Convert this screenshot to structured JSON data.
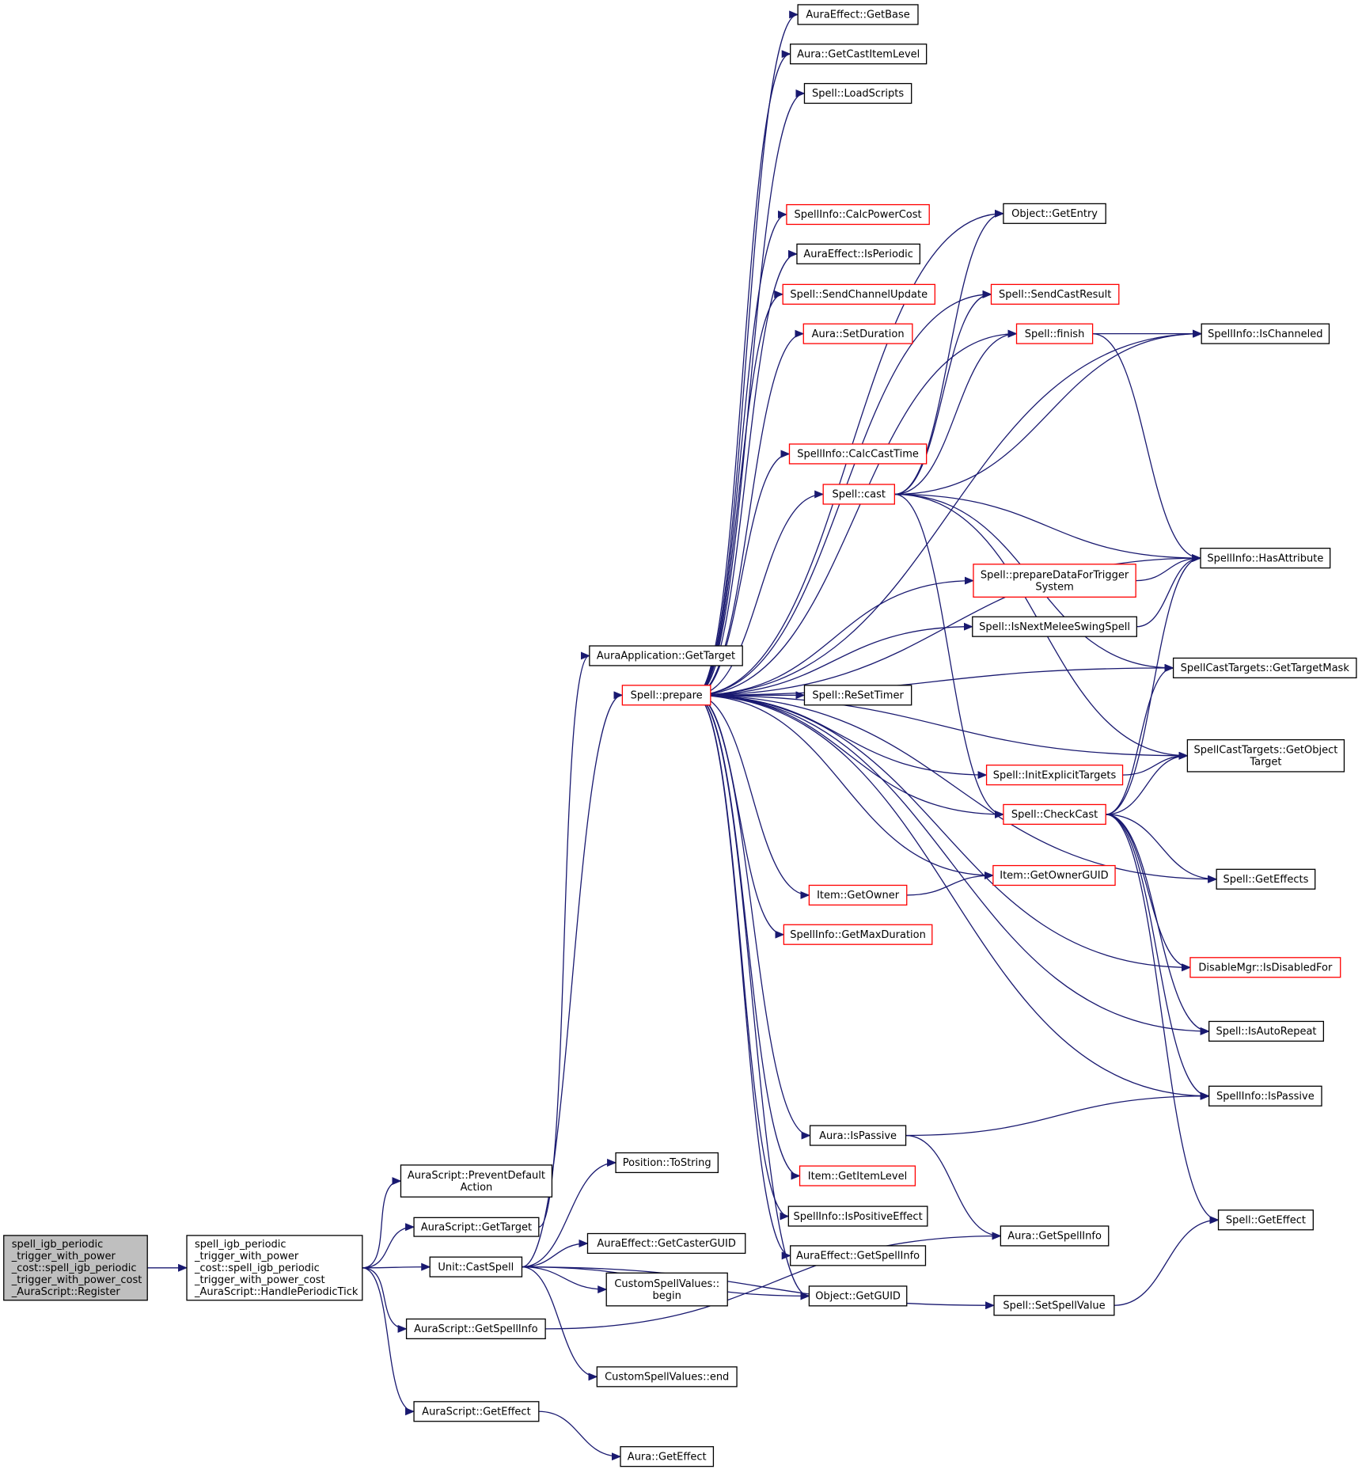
{
  "colors": {
    "edge": "#191970",
    "text": "#000000",
    "node_border": "#000000",
    "truncated_border": "#ff0000",
    "root_fill": "#bfbfbf",
    "node_fill": "#ffffff"
  },
  "nodes": [
    {
      "id": "reg",
      "lines": [
        "spell_igb_periodic",
        "_trigger_with_power",
        "_cost::spell_igb_periodic",
        "_trigger_with_power_cost",
        "_AuraScript::Register"
      ],
      "root": true
    },
    {
      "id": "hpt",
      "lines": [
        "spell_igb_periodic",
        "_trigger_with_power",
        "_cost::spell_igb_periodic",
        "_trigger_with_power_cost",
        "_AuraScript::HandlePeriodicTick"
      ]
    },
    {
      "id": "prevent",
      "lines": [
        "AuraScript::PreventDefault",
        "Action"
      ]
    },
    {
      "id": "asgettarget",
      "lines": [
        "AuraScript::GetTarget"
      ]
    },
    {
      "id": "castspell",
      "lines": [
        "Unit::CastSpell"
      ]
    },
    {
      "id": "asgetspellinfo",
      "lines": [
        "AuraScript::GetSpellInfo"
      ]
    },
    {
      "id": "asgeteffect",
      "lines": [
        "AuraScript::GetEffect"
      ]
    },
    {
      "id": "appgettarget",
      "lines": [
        "AuraApplication::GetTarget"
      ]
    },
    {
      "id": "prepare",
      "lines": [
        "Spell::prepare"
      ],
      "truncated": true
    },
    {
      "id": "tostring",
      "lines": [
        "Position::ToString"
      ]
    },
    {
      "id": "castergid",
      "lines": [
        "AuraEffect::GetCasterGUID"
      ]
    },
    {
      "id": "csvbegin",
      "lines": [
        "CustomSpellValues::",
        "begin"
      ]
    },
    {
      "id": "csvend",
      "lines": [
        "CustomSpellValues::end"
      ]
    },
    {
      "id": "auragetef",
      "lines": [
        "Aura::GetEffect"
      ]
    },
    {
      "id": "getbase",
      "lines": [
        "AuraEffect::GetBase"
      ]
    },
    {
      "id": "castitemlvl",
      "lines": [
        "Aura::GetCastItemLevel"
      ]
    },
    {
      "id": "loadscripts",
      "lines": [
        "Spell::LoadScripts"
      ]
    },
    {
      "id": "calcpower",
      "lines": [
        "SpellInfo::CalcPowerCost"
      ],
      "truncated": true
    },
    {
      "id": "isperiodic",
      "lines": [
        "AuraEffect::IsPeriodic"
      ]
    },
    {
      "id": "sendchan",
      "lines": [
        "Spell::SendChannelUpdate"
      ],
      "truncated": true
    },
    {
      "id": "setdur",
      "lines": [
        "Aura::SetDuration"
      ],
      "truncated": true
    },
    {
      "id": "calccast",
      "lines": [
        "SpellInfo::CalcCastTime"
      ],
      "truncated": true
    },
    {
      "id": "cast",
      "lines": [
        "Spell::cast"
      ],
      "truncated": true
    },
    {
      "id": "resettimer",
      "lines": [
        "Spell::ReSetTimer"
      ]
    },
    {
      "id": "getowner",
      "lines": [
        "Item::GetOwner"
      ],
      "truncated": true
    },
    {
      "id": "getmaxdur",
      "lines": [
        "SpellInfo::GetMaxDuration"
      ],
      "truncated": true
    },
    {
      "id": "aurapassive",
      "lines": [
        "Aura::IsPassive"
      ]
    },
    {
      "id": "itemlevel",
      "lines": [
        "Item::GetItemLevel"
      ],
      "truncated": true
    },
    {
      "id": "ispositive",
      "lines": [
        "SpellInfo::IsPositiveEffect"
      ]
    },
    {
      "id": "aegetspellinfo",
      "lines": [
        "AuraEffect::GetSpellInfo"
      ]
    },
    {
      "id": "getguid",
      "lines": [
        "Object::GetGUID"
      ]
    },
    {
      "id": "getentry",
      "lines": [
        "Object::GetEntry"
      ]
    },
    {
      "id": "sendcastres",
      "lines": [
        "Spell::SendCastResult"
      ],
      "truncated": true
    },
    {
      "id": "finish",
      "lines": [
        "Spell::finish"
      ],
      "truncated": true
    },
    {
      "id": "preparedata",
      "lines": [
        "Spell::prepareDataForTrigger",
        "System"
      ],
      "truncated": true
    },
    {
      "id": "nextmelee",
      "lines": [
        "Spell::IsNextMeleeSwingSpell"
      ]
    },
    {
      "id": "initexpl",
      "lines": [
        "Spell::InitExplicitTargets"
      ],
      "truncated": true
    },
    {
      "id": "checkcast",
      "lines": [
        "Spell::CheckCast"
      ],
      "truncated": true
    },
    {
      "id": "ownerguid",
      "lines": [
        "Item::GetOwnerGUID"
      ],
      "truncated": true
    },
    {
      "id": "auragetspellinfo",
      "lines": [
        "Aura::GetSpellInfo"
      ]
    },
    {
      "id": "setspellvalue",
      "lines": [
        "Spell::SetSpellValue"
      ]
    },
    {
      "id": "ischanneled",
      "lines": [
        "SpellInfo::IsChanneled"
      ]
    },
    {
      "id": "hasattr",
      "lines": [
        "SpellInfo::HasAttribute"
      ]
    },
    {
      "id": "targetmask",
      "lines": [
        "SpellCastTargets::GetTargetMask"
      ]
    },
    {
      "id": "objtarget",
      "lines": [
        "SpellCastTargets::GetObject",
        "Target"
      ]
    },
    {
      "id": "geteffects",
      "lines": [
        "Spell::GetEffects"
      ]
    },
    {
      "id": "disabled",
      "lines": [
        "DisableMgr::IsDisabledFor"
      ],
      "truncated": true
    },
    {
      "id": "autorepeat",
      "lines": [
        "Spell::IsAutoRepeat"
      ]
    },
    {
      "id": "infopassive",
      "lines": [
        "SpellInfo::IsPassive"
      ]
    },
    {
      "id": "spellgeteffect",
      "lines": [
        "Spell::GetEffect"
      ]
    }
  ],
  "edges": [
    [
      "reg",
      "hpt"
    ],
    [
      "hpt",
      "prevent"
    ],
    [
      "hpt",
      "asgettarget"
    ],
    [
      "hpt",
      "castspell"
    ],
    [
      "hpt",
      "asgetspellinfo"
    ],
    [
      "hpt",
      "asgeteffect"
    ],
    [
      "asgettarget",
      "appgettarget"
    ],
    [
      "asgeteffect",
      "auragetef"
    ],
    [
      "asgetspellinfo",
      "auragetspellinfo"
    ],
    [
      "castspell",
      "prepare"
    ],
    [
      "castspell",
      "tostring"
    ],
    [
      "castspell",
      "castergid"
    ],
    [
      "castspell",
      "csvbegin"
    ],
    [
      "castspell",
      "csvend"
    ],
    [
      "castspell",
      "getguid"
    ],
    [
      "castspell",
      "setspellvalue"
    ],
    [
      "prepare",
      "getbase"
    ],
    [
      "prepare",
      "castitemlvl"
    ],
    [
      "prepare",
      "loadscripts"
    ],
    [
      "prepare",
      "calcpower"
    ],
    [
      "prepare",
      "isperiodic"
    ],
    [
      "prepare",
      "sendchan"
    ],
    [
      "prepare",
      "setdur"
    ],
    [
      "prepare",
      "calccast"
    ],
    [
      "prepare",
      "cast"
    ],
    [
      "prepare",
      "resettimer"
    ],
    [
      "prepare",
      "getowner"
    ],
    [
      "prepare",
      "getmaxdur"
    ],
    [
      "prepare",
      "aurapassive"
    ],
    [
      "prepare",
      "itemlevel"
    ],
    [
      "prepare",
      "ispositive"
    ],
    [
      "prepare",
      "aegetspellinfo"
    ],
    [
      "prepare",
      "getguid"
    ],
    [
      "prepare",
      "getentry"
    ],
    [
      "prepare",
      "sendcastres"
    ],
    [
      "prepare",
      "finish"
    ],
    [
      "prepare",
      "preparedata"
    ],
    [
      "prepare",
      "nextmelee"
    ],
    [
      "prepare",
      "initexpl"
    ],
    [
      "prepare",
      "checkcast"
    ],
    [
      "prepare",
      "ownerguid"
    ],
    [
      "prepare",
      "ischanneled"
    ],
    [
      "prepare",
      "hasattr"
    ],
    [
      "prepare",
      "targetmask"
    ],
    [
      "prepare",
      "objtarget"
    ],
    [
      "prepare",
      "geteffects"
    ],
    [
      "prepare",
      "disabled"
    ],
    [
      "prepare",
      "autorepeat"
    ],
    [
      "prepare",
      "infopassive"
    ],
    [
      "cast",
      "getentry"
    ],
    [
      "cast",
      "sendcastres"
    ],
    [
      "cast",
      "finish"
    ],
    [
      "cast",
      "ischanneled"
    ],
    [
      "cast",
      "hasattr"
    ],
    [
      "cast",
      "targetmask"
    ],
    [
      "cast",
      "objtarget"
    ],
    [
      "cast",
      "checkcast"
    ],
    [
      "finish",
      "ischanneled"
    ],
    [
      "finish",
      "hasattr"
    ],
    [
      "preparedata",
      "hasattr"
    ],
    [
      "nextmelee",
      "hasattr"
    ],
    [
      "initexpl",
      "objtarget"
    ],
    [
      "checkcast",
      "hasattr"
    ],
    [
      "checkcast",
      "targetmask"
    ],
    [
      "checkcast",
      "objtarget"
    ],
    [
      "checkcast",
      "geteffects"
    ],
    [
      "checkcast",
      "disabled"
    ],
    [
      "checkcast",
      "autorepeat"
    ],
    [
      "checkcast",
      "infopassive"
    ],
    [
      "checkcast",
      "spellgeteffect"
    ],
    [
      "getowner",
      "ownerguid"
    ],
    [
      "aurapassive",
      "infopassive"
    ],
    [
      "aurapassive",
      "auragetspellinfo"
    ],
    [
      "setspellvalue",
      "spellgeteffect"
    ]
  ]
}
